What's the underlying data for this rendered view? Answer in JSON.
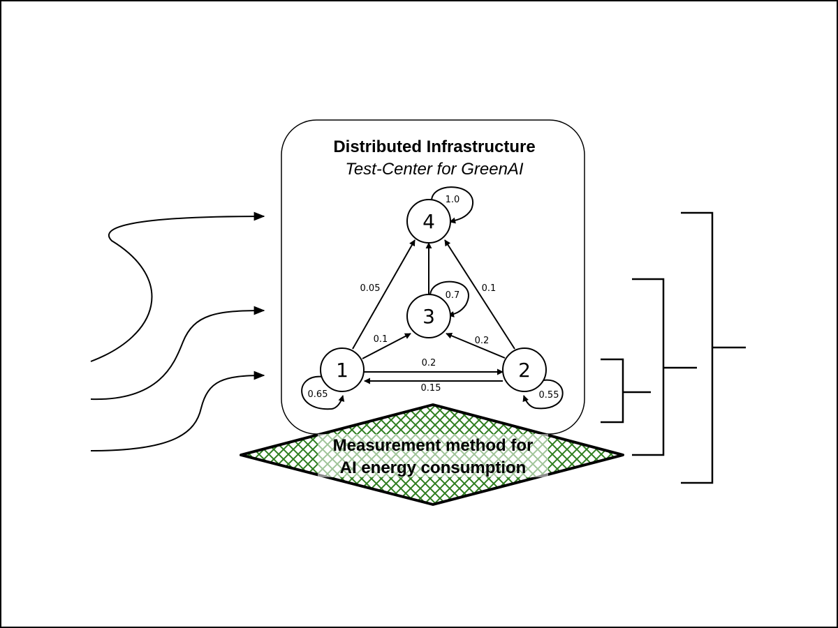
{
  "infrastructure": {
    "title": "Distributed Infrastructure",
    "subtitle": "Test-Center for GreenAI"
  },
  "nodes": [
    {
      "id": "1",
      "label": "1"
    },
    {
      "id": "2",
      "label": "2"
    },
    {
      "id": "3",
      "label": "3"
    },
    {
      "id": "4",
      "label": "4"
    }
  ],
  "edges": {
    "n1_to_n4": "0.05",
    "n2_to_n4": "0.1",
    "n1_to_n3": "0.1",
    "n2_to_n3": "0.2",
    "n1_to_n2": "0.2",
    "n2_to_n1": "0.15",
    "n4_self": "1.0",
    "n3_self": "0.7",
    "n1_self": "0.65",
    "n2_self": "0.55"
  },
  "measurement": {
    "line1": "Measurement method for",
    "line2": "AI energy consumption",
    "pattern_color": "#2e7d1e"
  }
}
